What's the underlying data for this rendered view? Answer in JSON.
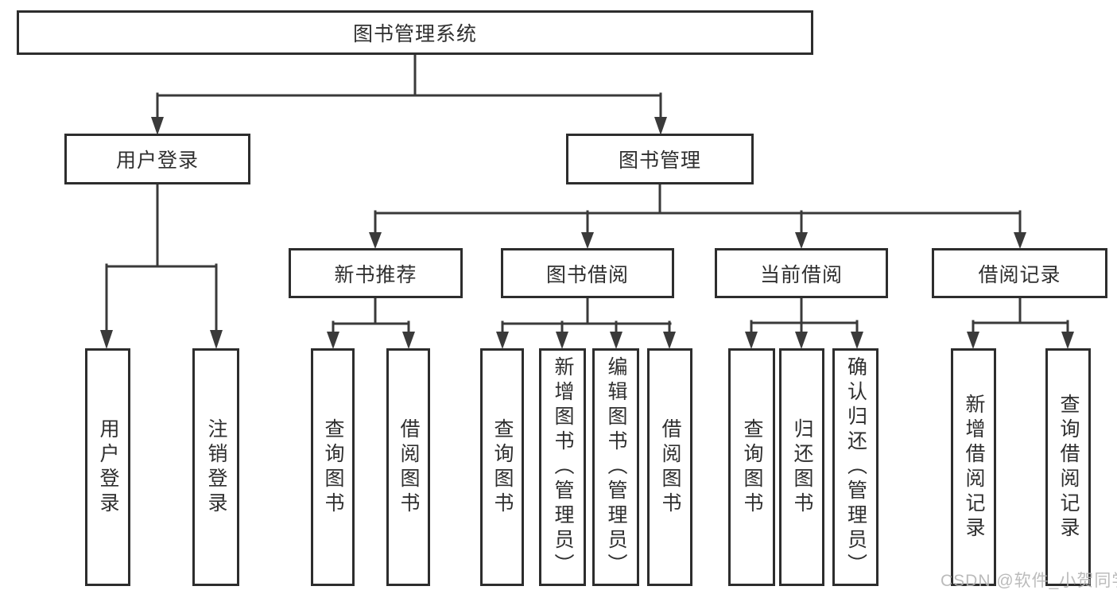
{
  "chart": {
    "root": "图书管理系统",
    "branches": [
      {
        "label": "用户登录",
        "leaves": [
          "用户登录",
          "注销登录"
        ]
      },
      {
        "label": "图书管理",
        "groups": [
          {
            "label": "新书推荐",
            "leaves": [
              "查询图书",
              "借阅图书"
            ]
          },
          {
            "label": "图书借阅",
            "leaves": [
              "查询图书",
              "新增图书（管理员）",
              "编辑图书（管理员）",
              "借阅图书"
            ]
          },
          {
            "label": "当前借阅",
            "leaves": [
              "查询图书",
              "归还图书",
              "确认归还（管理员）"
            ]
          },
          {
            "label": "借阅记录",
            "leaves": [
              "新增借阅记录",
              "查询借阅记录"
            ]
          }
        ]
      }
    ]
  },
  "watermark": "CSDN @软件_小贺同学",
  "colors": {
    "line": "#3a3a3a",
    "border": "#2d2d2d",
    "text": "#2f2f2f",
    "watermark": "#b4b4b4",
    "background": "#ffffff"
  }
}
